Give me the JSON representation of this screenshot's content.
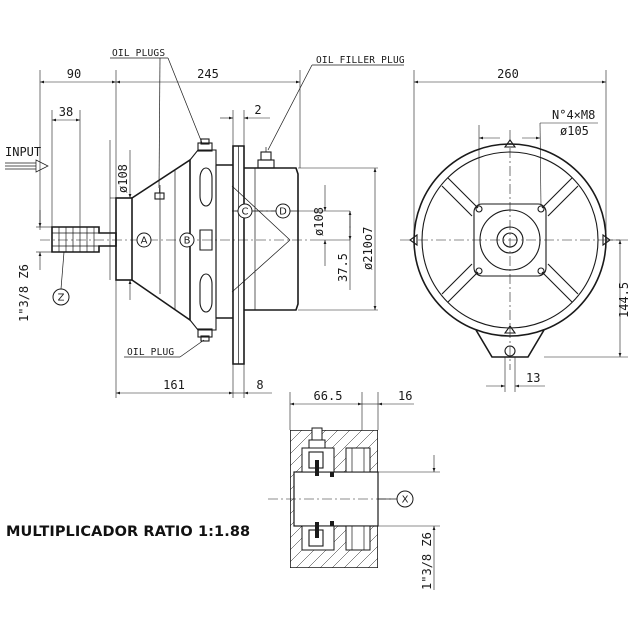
{
  "title": "MULTIPLICADOR RATIO 1:1.88",
  "callouts": {
    "oil_plugs": "OIL PLUGS",
    "oil_filler_plug": "OIL FILLER PLUG",
    "oil_plug": "OIL PLUG",
    "input": "INPUT"
  },
  "dimensions": {
    "d90": "90",
    "d245": "245",
    "d38": "38",
    "d2": "2",
    "d260": "260",
    "bolts": "N°4×M8",
    "pcd": "ø105",
    "d108_left": "ø108",
    "d108_right": "ø108",
    "d210": "ø210o7",
    "d37_5": "37.5",
    "d144_5": "144.5",
    "d13": "13",
    "d161": "161",
    "d8": "8",
    "d66_5": "66.5",
    "d16": "16",
    "shaft_left": "1\"3/8 Z6",
    "shaft_right": "1\"3/8 Z6"
  },
  "markers": {
    "a": "A",
    "b": "B",
    "c": "C",
    "d": "D",
    "z": "Z",
    "x": "X"
  }
}
